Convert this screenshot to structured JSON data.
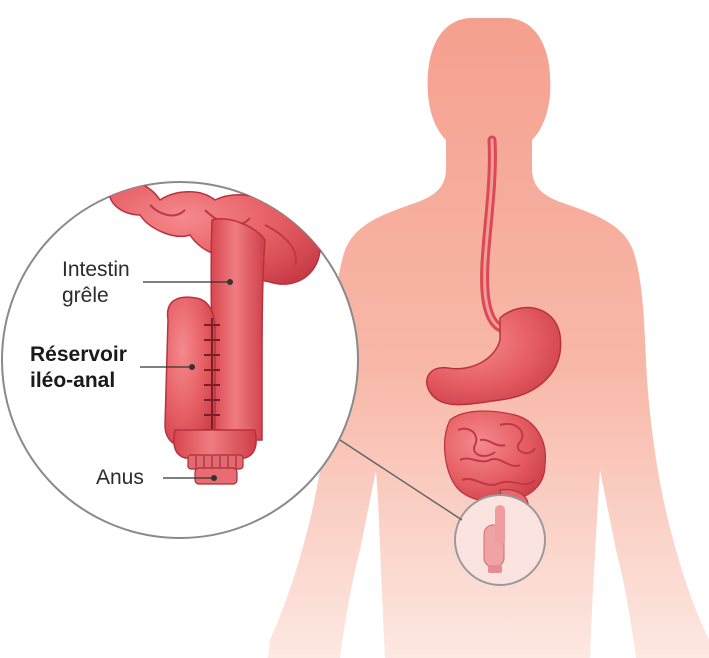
{
  "labels": {
    "small_intestine_line1": "Intestin",
    "small_intestine_line2": "grêle",
    "reservoir_line1": "Réservoir",
    "reservoir_line2": "iléo-anal",
    "anus": "Anus"
  },
  "colors": {
    "body_silhouette": "#f7b3a3",
    "organ_red": "#e85d63",
    "organ_dark": "#c83a45",
    "organ_light": "#f28d8f",
    "callout_line": "#555555",
    "text": "#2b2b2b"
  }
}
